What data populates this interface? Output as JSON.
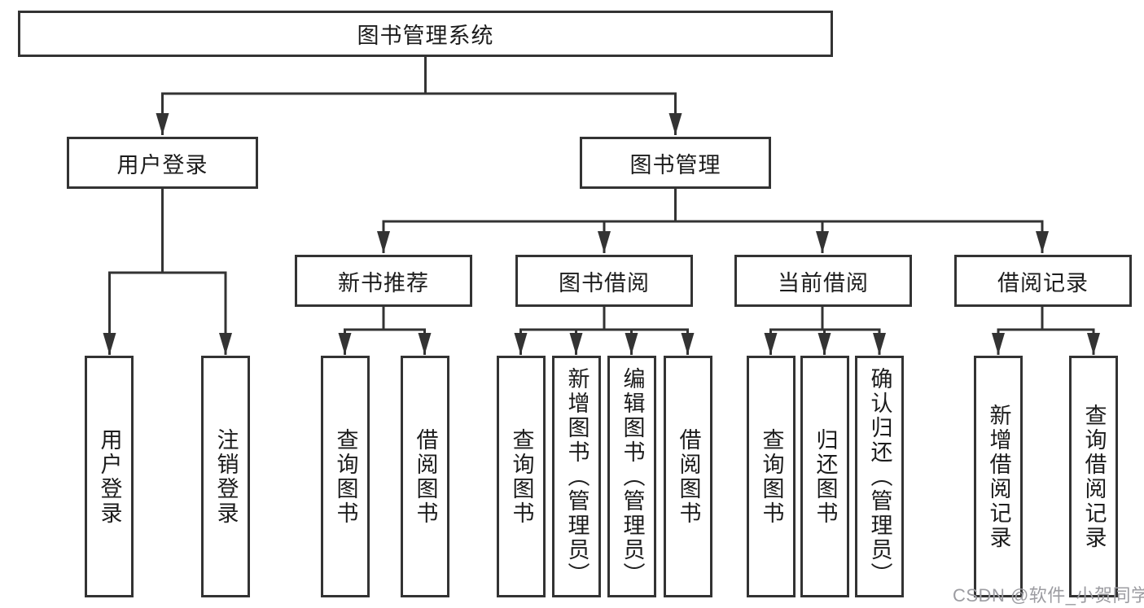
{
  "diagram": {
    "root": {
      "label": "图书管理系统"
    },
    "branches": [
      {
        "label": "用户登录"
      },
      {
        "label": "图书管理"
      }
    ],
    "modules": [
      {
        "label": "新书推荐"
      },
      {
        "label": "图书借阅"
      },
      {
        "label": "当前借阅"
      },
      {
        "label": "借阅记录"
      }
    ],
    "leaves": [
      {
        "label": "用户登录",
        "parent": "用户登录"
      },
      {
        "label": "注销登录",
        "parent": "用户登录"
      },
      {
        "label": "查询图书",
        "parent": "新书推荐"
      },
      {
        "label": "借阅图书",
        "parent": "新书推荐"
      },
      {
        "label": "查询图书",
        "parent": "图书借阅"
      },
      {
        "label": "新增图书（管理员）",
        "parent": "图书借阅"
      },
      {
        "label": "编辑图书（管理员）",
        "parent": "图书借阅"
      },
      {
        "label": "借阅图书",
        "parent": "图书借阅"
      },
      {
        "label": "查询图书",
        "parent": "当前借阅"
      },
      {
        "label": "归还图书",
        "parent": "当前借阅"
      },
      {
        "label": "确认归还（管理员）",
        "parent": "当前借阅"
      },
      {
        "label": "新增借阅记录",
        "parent": "借阅记录"
      },
      {
        "label": "查询借阅记录",
        "parent": "借阅记录"
      }
    ]
  },
  "watermark": {
    "text": "CSDN @软件_小贺同学"
  },
  "colors": {
    "line": "#333333",
    "box_border": "#333333",
    "text": "#1c1c1c",
    "watermark": "#9c9ca1",
    "background": "#ffffff"
  }
}
